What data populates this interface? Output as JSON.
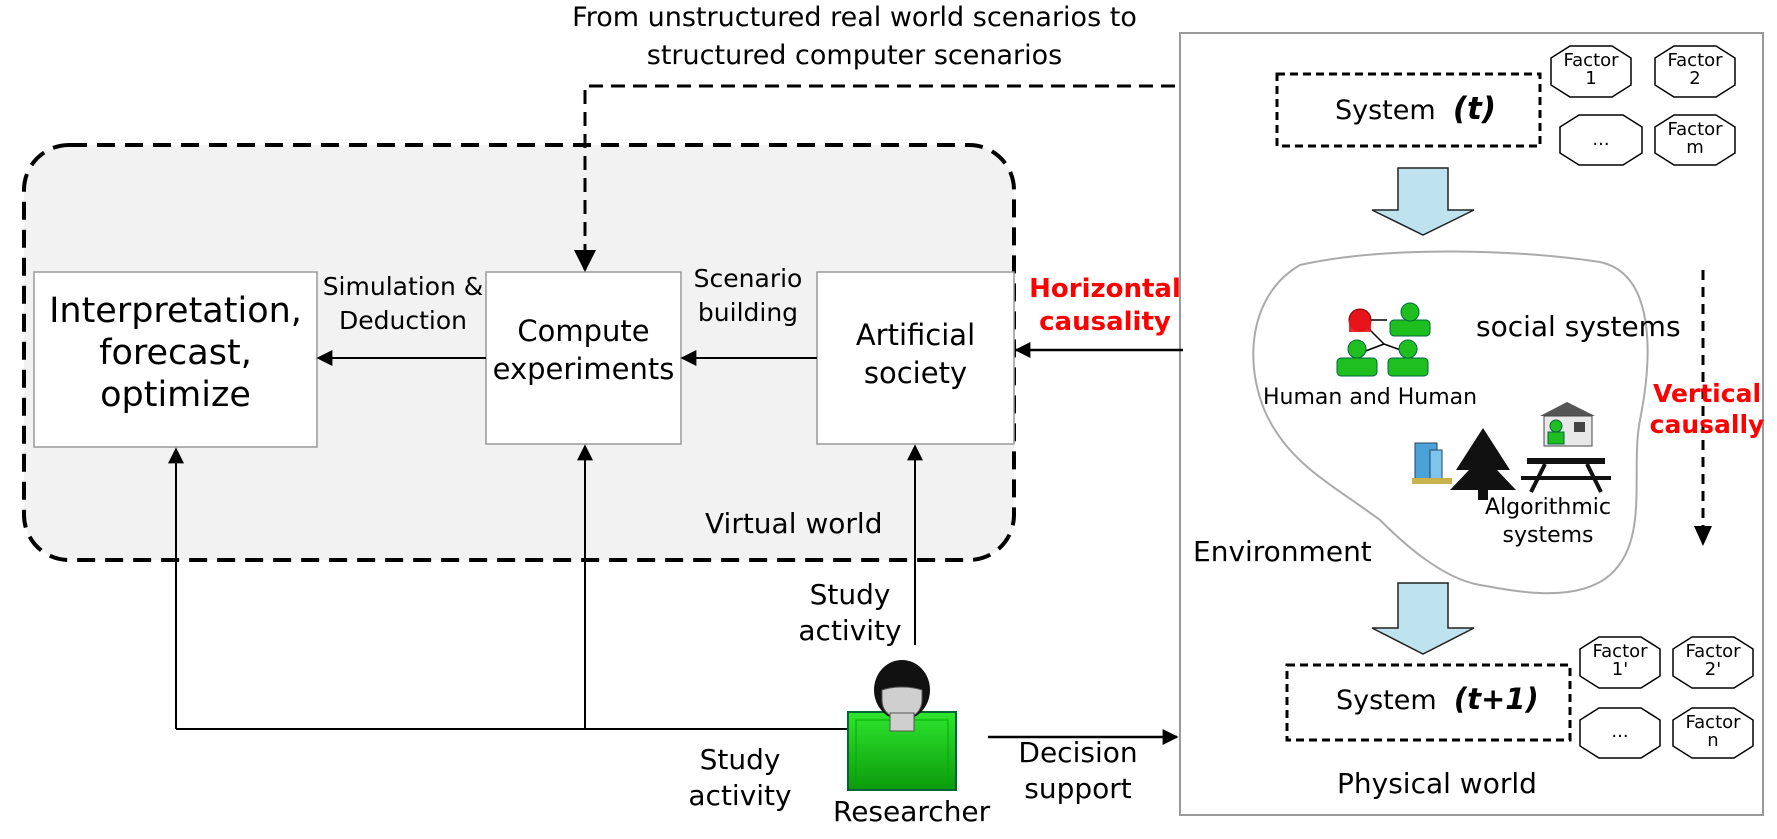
{
  "header": {
    "line1": "From unstructured real world scenarios to",
    "line2": "structured computer scenarios"
  },
  "virtual_world": {
    "label": "Virtual world",
    "interpretation": [
      "Interpretation,",
      "forecast,",
      "optimize"
    ],
    "compute": [
      "Compute",
      "experiments"
    ],
    "artificial": [
      "Artificial",
      "society"
    ],
    "simulation_label": [
      "Simulation &",
      "Deduction"
    ],
    "scenario_label": [
      "Scenario",
      "building"
    ]
  },
  "physical_world": {
    "label": "Physical world",
    "system_t": {
      "prefix": "System",
      "suffix": "(t)"
    },
    "system_t1": {
      "prefix": "System",
      "suffix": "(t+1)"
    },
    "factors_top": [
      [
        "Factor",
        "1"
      ],
      [
        "Factor",
        "2"
      ],
      [
        "..."
      ],
      [
        "Factor",
        "m"
      ]
    ],
    "factors_bottom": [
      [
        "Factor",
        "1'"
      ],
      [
        "Factor",
        "2'"
      ],
      [
        "..."
      ],
      [
        "Factor",
        "n"
      ]
    ],
    "social_systems": "social systems",
    "human_and_human": "Human and Human",
    "algorithmic": [
      "Algorithmic",
      "systems"
    ],
    "environment": "Environment"
  },
  "causality": {
    "horizontal": [
      "Horizontal",
      "causality"
    ],
    "vertical": [
      "Vertical",
      "causally"
    ]
  },
  "researcher": {
    "label": "Researcher",
    "study_activity_upper": [
      "Study",
      "activity"
    ],
    "study_activity_lower": [
      "Study",
      "activity"
    ],
    "decision_support": [
      "Decision",
      "support"
    ]
  },
  "colors": {
    "virtual_fill": "#f2f2f2",
    "arrow_fill": "#bfe3ee",
    "person_green": "#1fbf1f",
    "red_label": "#ff0000"
  }
}
